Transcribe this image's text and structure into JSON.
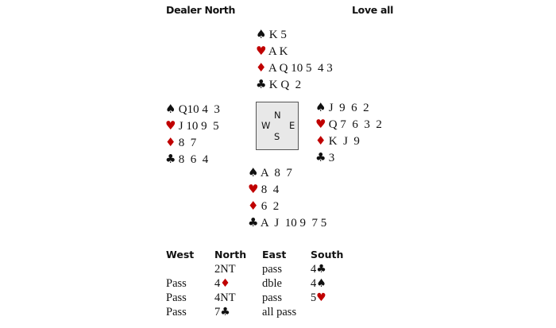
{
  "header": {
    "dealer": "Dealer North",
    "vulnerability": "Love all"
  },
  "suits": {
    "spade": {
      "glyph": "♠",
      "color": "#111111"
    },
    "heart": {
      "glyph": "♥",
      "color": "#c00000"
    },
    "diamond": {
      "glyph": "♦",
      "color": "#c00000"
    },
    "club": {
      "glyph": "♣",
      "color": "#111111"
    }
  },
  "hands": {
    "north": {
      "spades": "K 5",
      "hearts": "A K",
      "diamonds": "A Q 10 5  4 3",
      "clubs": "K Q  2"
    },
    "west": {
      "spades": "Q10 4  3",
      "hearts": "J 10 9  5",
      "diamonds": "8  7",
      "clubs": "8  6  4"
    },
    "east": {
      "spades": "J  9  6  2",
      "hearts": "Q 7  6  3  2",
      "diamonds": "K  J  9",
      "clubs": "3"
    },
    "south": {
      "spades": "A  8  7",
      "hearts": "8  4",
      "diamonds": "6  2",
      "clubs": "A  J  10 9  7 5"
    }
  },
  "compass": {
    "n": "N",
    "e": "E",
    "s": "S",
    "w": "W"
  },
  "auction": {
    "headers": [
      "West",
      "North",
      "East",
      "South"
    ],
    "columns": [
      [
        {
          "t": "",
          "s": ""
        },
        {
          "t": "Pass",
          "s": ""
        },
        {
          "t": "Pass",
          "s": ""
        },
        {
          "t": "Pass",
          "s": ""
        }
      ],
      [
        {
          "t": "2NT",
          "s": ""
        },
        {
          "t": "4",
          "s": "diamond"
        },
        {
          "t": "4NT",
          "s": ""
        },
        {
          "t": "7",
          "s": "club"
        }
      ],
      [
        {
          "t": "pass",
          "s": ""
        },
        {
          "t": "dble",
          "s": ""
        },
        {
          "t": "pass",
          "s": ""
        },
        {
          "t": "all pass",
          "s": ""
        }
      ],
      [
        {
          "t": "4",
          "s": "club"
        },
        {
          "t": "4",
          "s": "spade"
        },
        {
          "t": "5",
          "s": "heart"
        },
        {
          "t": "",
          "s": ""
        }
      ]
    ]
  }
}
